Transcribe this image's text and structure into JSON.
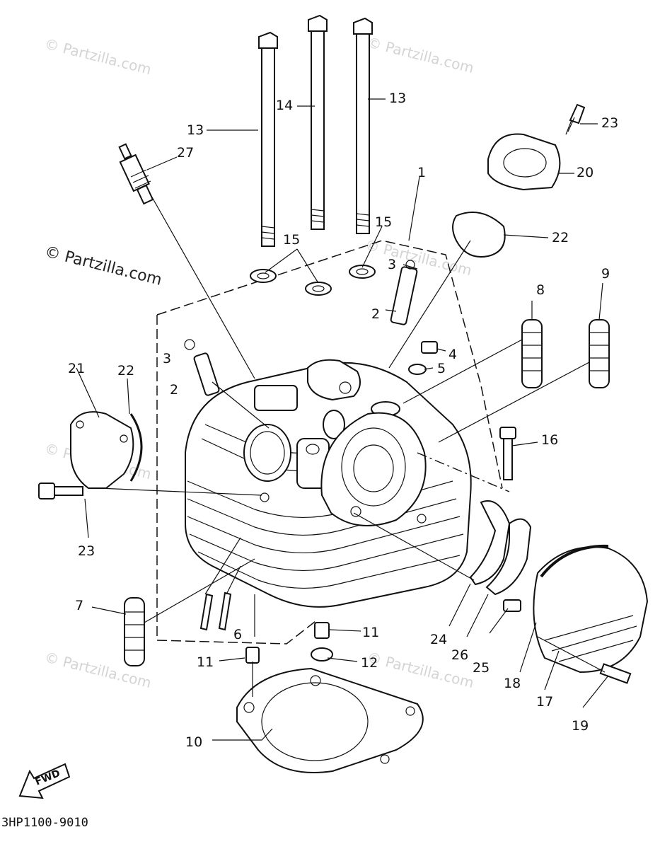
{
  "diagram": {
    "drawing_code": "3HP1100-9010",
    "direction_label": "FWD",
    "watermark_text": "© Partzilla.com",
    "callouts": [
      "1",
      "2",
      "2",
      "3",
      "3",
      "4",
      "5",
      "6",
      "7",
      "8",
      "9",
      "10",
      "11",
      "11",
      "12",
      "13",
      "13",
      "14",
      "15",
      "15",
      "16",
      "17",
      "18",
      "19",
      "20",
      "21",
      "22",
      "22",
      "23",
      "23",
      "24",
      "25",
      "26",
      "27"
    ]
  }
}
